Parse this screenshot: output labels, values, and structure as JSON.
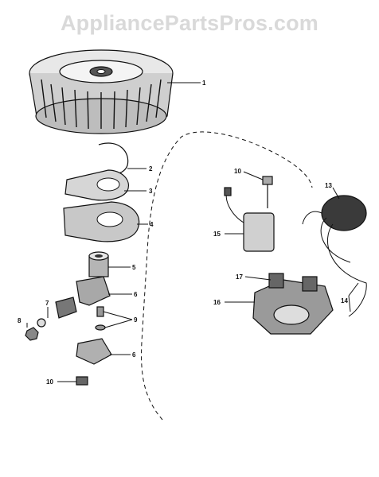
{
  "watermark": "AppliancePartsPros.com",
  "callouts": {
    "c1": "1",
    "c2": "2",
    "c3": "3",
    "c4": "4",
    "c5": "5",
    "c6": "6",
    "c7": "7",
    "c8": "8",
    "c9": "9",
    "c6b": "6",
    "c10a": "10",
    "c10b": "10",
    "c13": "13",
    "c14": "14",
    "c15": "15",
    "c16": "16",
    "c17": "17"
  }
}
